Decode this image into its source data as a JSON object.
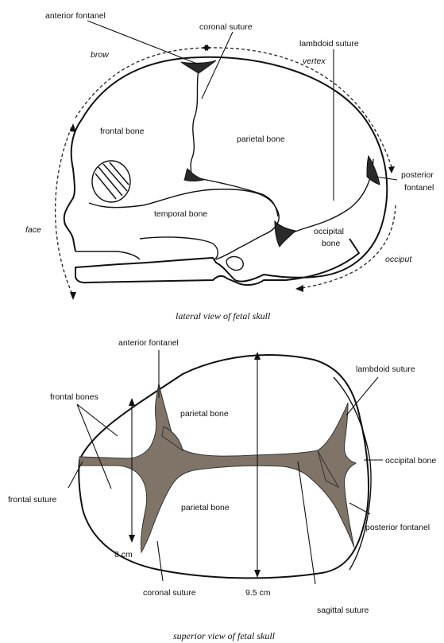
{
  "lateral": {
    "labels": {
      "anterior_fontanel": "anterior fontanel",
      "coronal_suture": "coronal suture",
      "lambdoid_suture": "lambdoid suture",
      "brow": "brow",
      "vertex": "vertex",
      "frontal_bone": "frontal bone",
      "parietal_bone": "parietal bone",
      "posterior_fontanel_1": "posterior",
      "posterior_fontanel_2": "fontanel",
      "temporal_bone": "temporal bone",
      "face": "face",
      "occipital_bone_1": "occipital",
      "occipital_bone_2": "bone",
      "occiput": "occiput"
    },
    "caption": "lateral view of fetal skull"
  },
  "superior": {
    "labels": {
      "anterior_fontanel": "anterior fontanel",
      "lambdoid_suture": "lambdoid suture",
      "frontal_bones": "frontal bones",
      "parietal_bone_top": "parietal bone",
      "occipital_bone": "occipital bone",
      "frontal_suture": "frontal suture",
      "parietal_bone_bottom": "parietal bone",
      "posterior_fontanel": "posterior fontanel",
      "width_measure": "8 cm",
      "coronal_suture": "coronal suture",
      "length_measure": "9.5 cm",
      "sagittal_suture": "sagittal suture"
    },
    "caption": "superior view of fetal skull"
  }
}
